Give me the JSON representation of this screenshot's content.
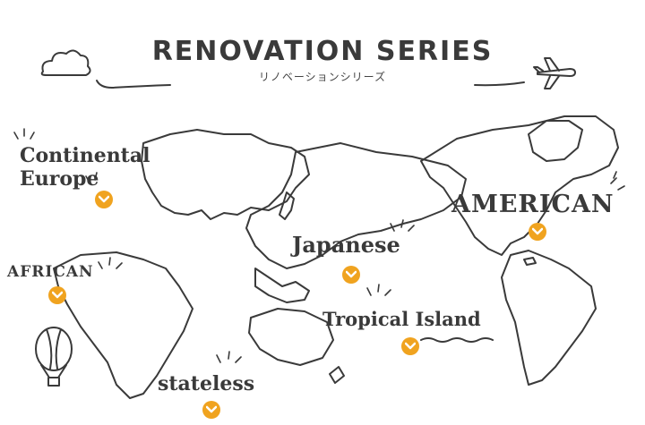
{
  "header": {
    "title": "RENOVATION SERIES",
    "subtitle": "リノベーションシリーズ"
  },
  "regions": [
    {
      "name": "continental-europe",
      "label_line1": "Continental",
      "label_line2": "Europe"
    },
    {
      "name": "american",
      "label": "AMERICAN"
    },
    {
      "name": "japanese",
      "label": "Japanese"
    },
    {
      "name": "african",
      "label": "AFRICAN"
    },
    {
      "name": "tropical-island",
      "label": "Tropical Island"
    },
    {
      "name": "stateless",
      "label": "stateless"
    }
  ],
  "icons": {
    "go_button": "chevron-down-icon",
    "decorations": [
      "cloud-icon",
      "airplane-icon",
      "hot-air-balloon-icon"
    ]
  },
  "colors": {
    "accent": "#f0a31f",
    "ink": "#3a3a3a",
    "background": "#ffffff"
  }
}
